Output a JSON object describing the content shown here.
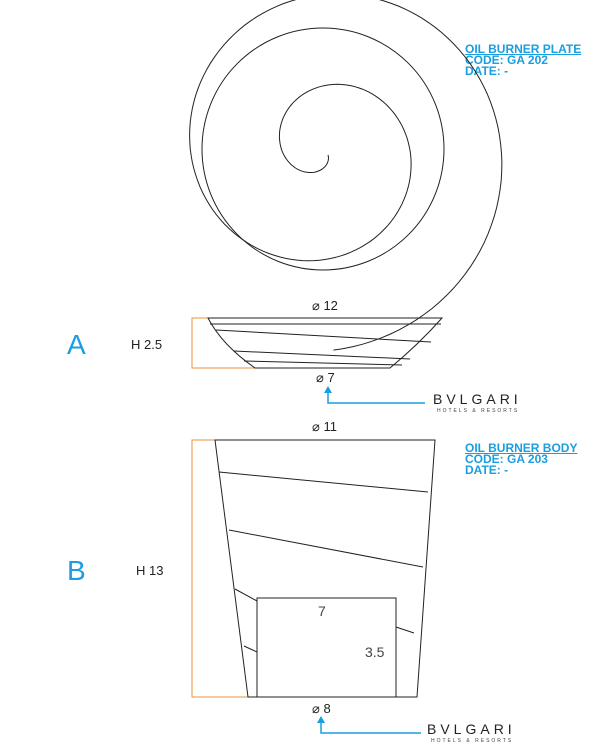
{
  "plate_info": {
    "title": "OIL BURNER PLATE",
    "code": "CODE: GA 202",
    "date": "DATE: -"
  },
  "body_info": {
    "title": "OIL BURNER BODY",
    "code": "CODE: GA 203",
    "date": "DATE: -"
  },
  "part_a": {
    "letter": "A",
    "height_label": "H 2.5",
    "top_diameter": "⌀ 12",
    "bottom_diameter": "⌀ 7"
  },
  "part_b": {
    "letter": "B",
    "height_label": "H 13",
    "top_diameter": "⌀ 11",
    "bottom_diameter": "⌀ 8",
    "opening_width": "7",
    "opening_height": "3.5"
  },
  "brand": {
    "name": "BVLGARI",
    "tagline": "HOTELS & RESORTS"
  },
  "colors": {
    "accent_blue": "#1a9ee0",
    "dimension_orange": "#e8953a",
    "line": "#222222"
  }
}
